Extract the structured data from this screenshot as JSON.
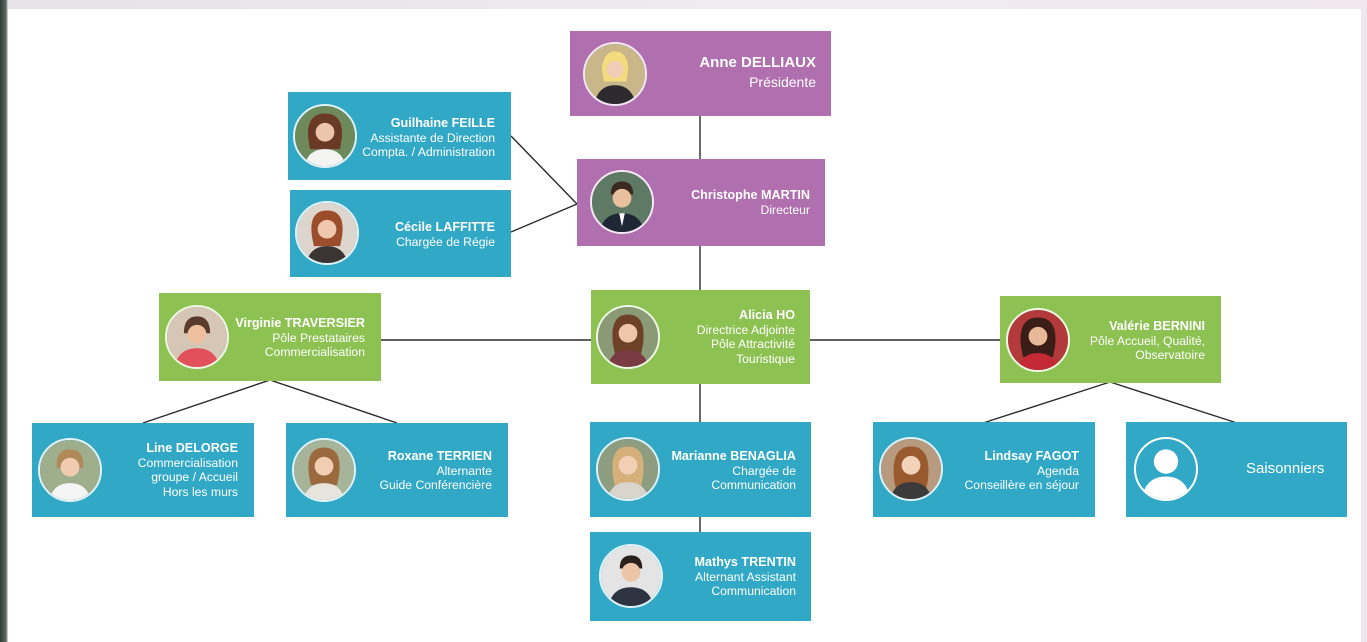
{
  "president": {
    "name": "Anne DELLIAUX",
    "role": "Présidente"
  },
  "director": {
    "name": "Christophe MARTIN",
    "role": "Directeur"
  },
  "assistants": [
    {
      "name": "Guilhaine FEILLE",
      "lines": [
        "Assistante de Direction",
        "Compta. / Administration"
      ]
    },
    {
      "name": "Cécile LAFFITTE",
      "lines": [
        "Chargée de Régie"
      ]
    }
  ],
  "poles": {
    "left": {
      "name": "Virginie TRAVERSIER",
      "lines": [
        "Pôle Prestataires",
        "Commercialisation"
      ]
    },
    "center": {
      "name": "Alicia HO",
      "lines": [
        "Directrice Adjointe",
        "Pôle Attractivité",
        "Touristique"
      ]
    },
    "right": {
      "name": "Valérie BERNINI",
      "lines": [
        "Pôle Accueil, Qualité,",
        "Observatoire"
      ]
    }
  },
  "staff": {
    "line": {
      "name": "Line DELORGE",
      "lines": [
        "Commercialisation",
        "groupe / Accueil",
        "Hors les murs"
      ]
    },
    "roxane": {
      "name": "Roxane TERRIEN",
      "lines": [
        "Alternante",
        "Guide Conférencière"
      ]
    },
    "marianne": {
      "name": "Marianne BENAGLIA",
      "lines": [
        "Chargée de",
        "Communication"
      ]
    },
    "mathys": {
      "name": "Mathys TRENTIN",
      "lines": [
        "Alternant Assistant",
        "Communication"
      ]
    },
    "lindsay": {
      "name": "Lindsay FAGOT",
      "lines": [
        "Agenda",
        "Conseillère en séjour"
      ]
    },
    "saisonniers": {
      "label": "Saisonniers"
    }
  },
  "colors": {
    "purple": "#b06fae",
    "green": "#8dc152",
    "blue": "#32a8c7",
    "connector": "#2b2b2b"
  }
}
